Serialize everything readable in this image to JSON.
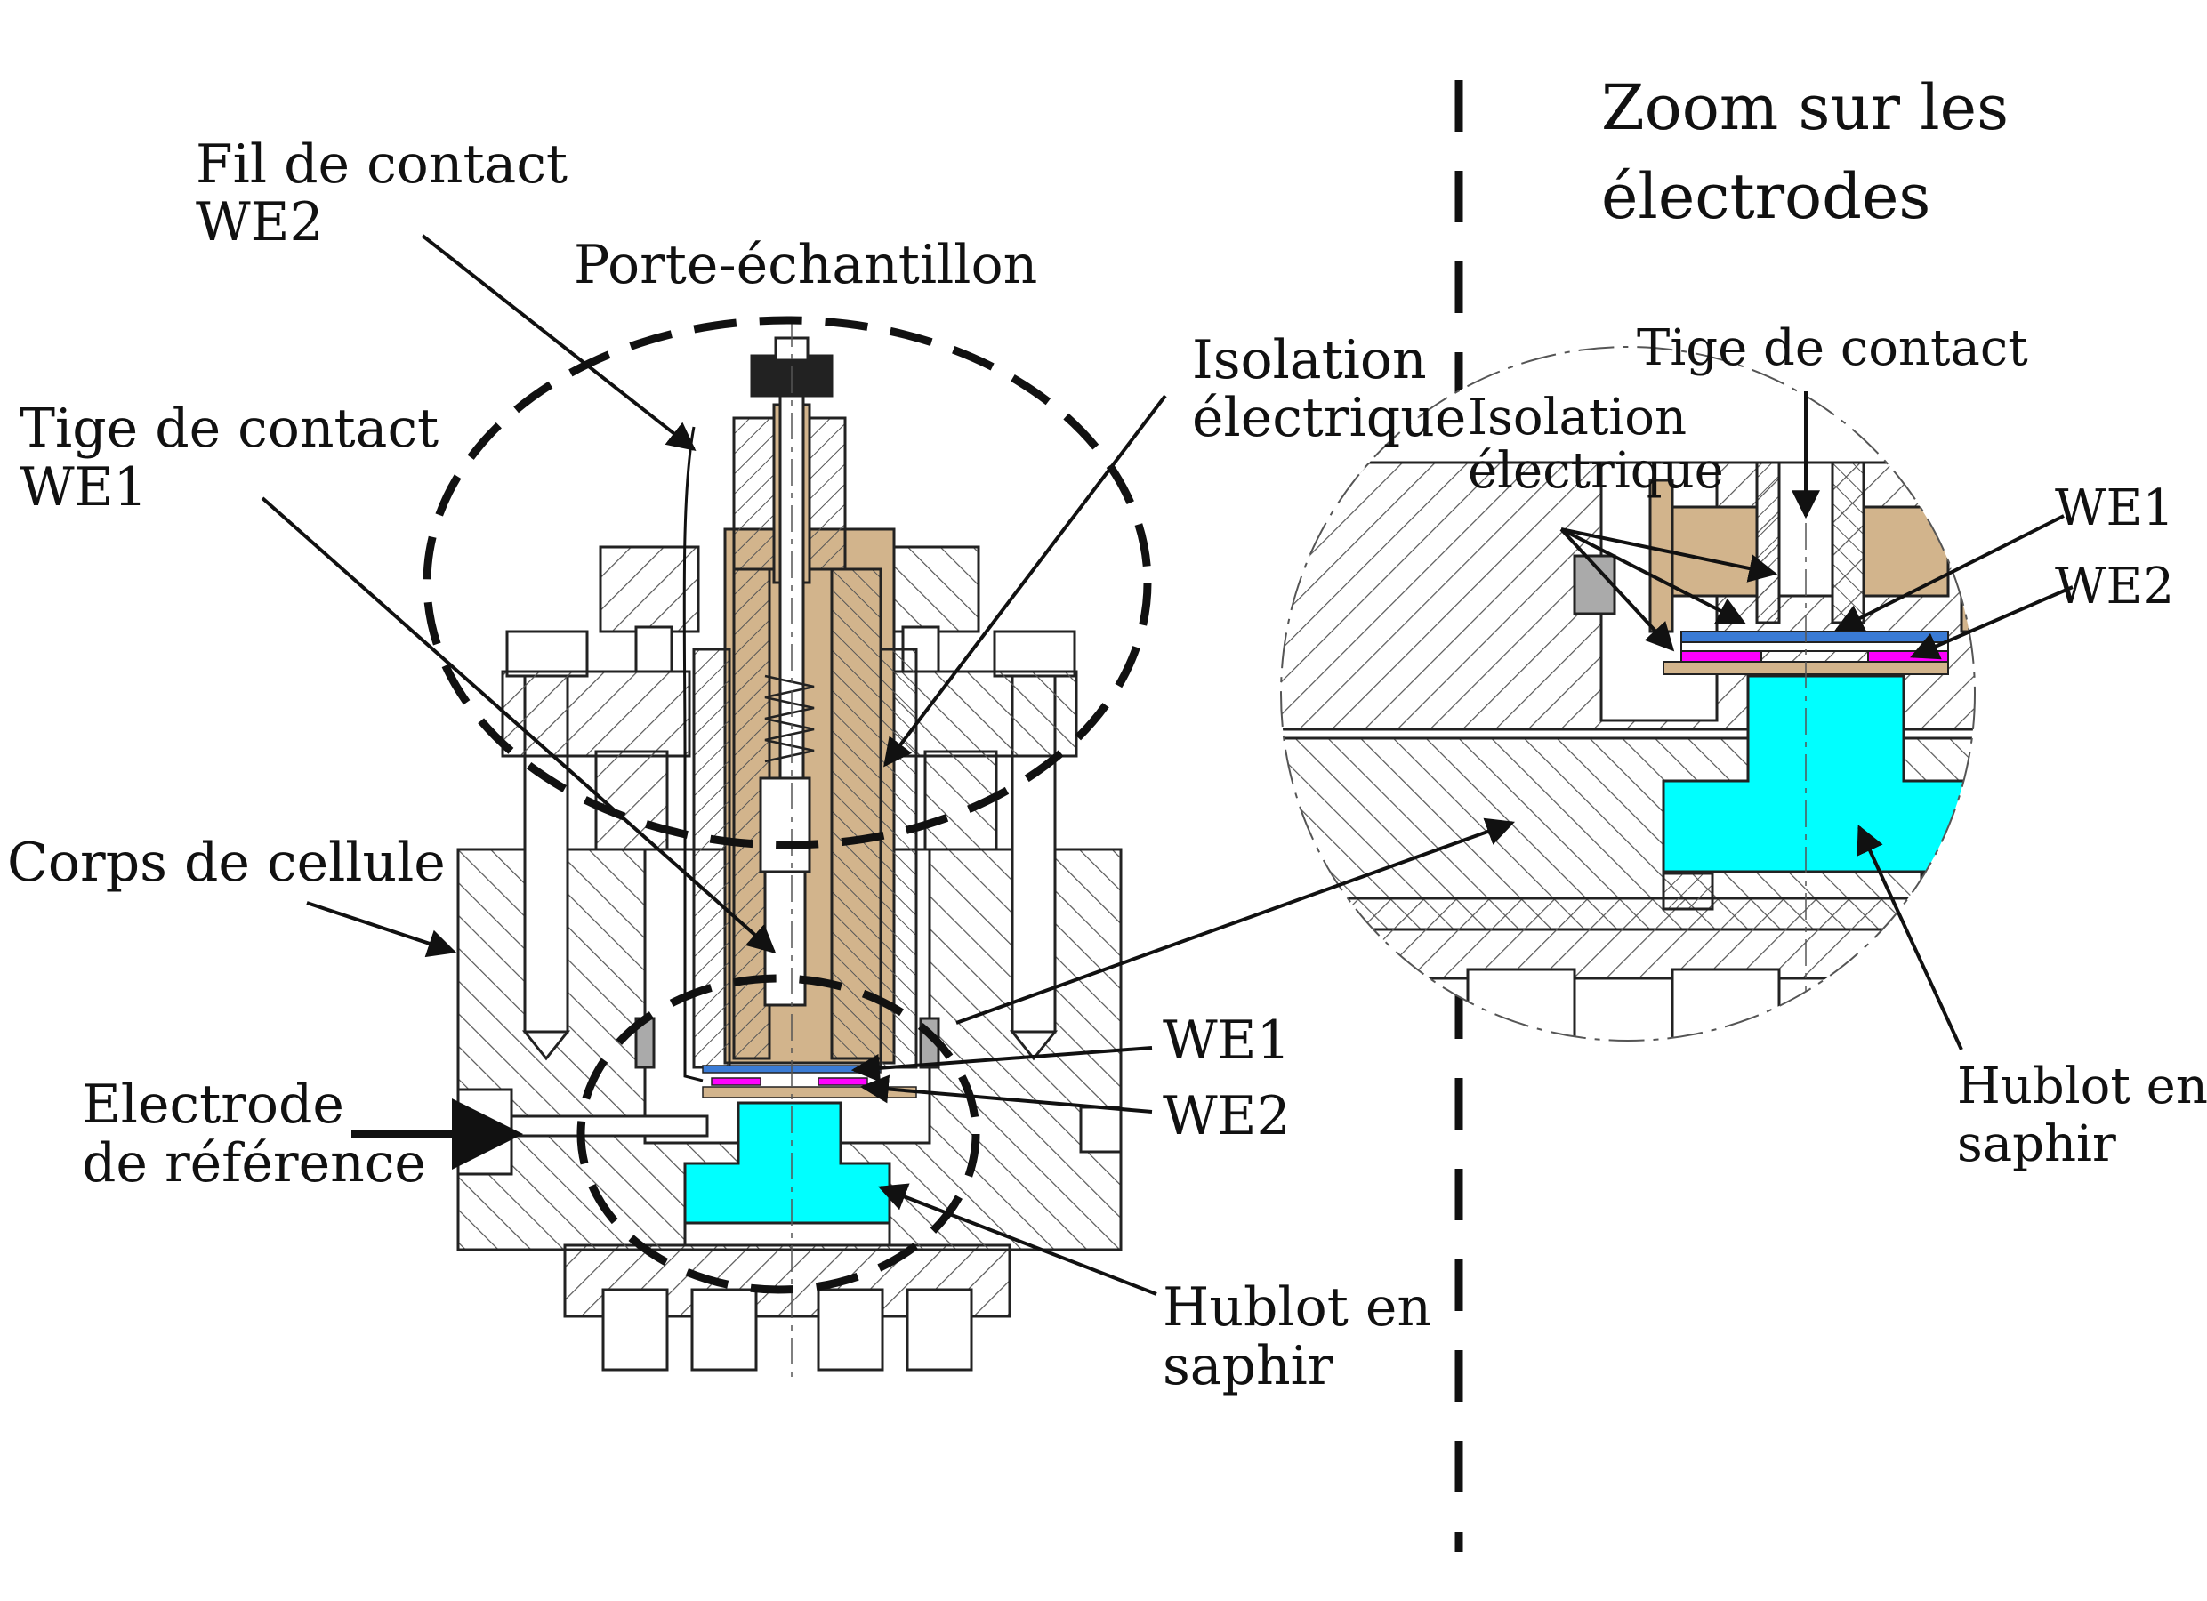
{
  "left": {
    "fil_contact": [
      "Fil de contact",
      "WE2"
    ],
    "porte_echantillon": "Porte-échantillon",
    "isolation": [
      "Isolation",
      "électrique"
    ],
    "tige_contact": [
      "Tige de contact",
      "WE1"
    ],
    "corps_cellule": "Corps de cellule",
    "we1": "WE1",
    "we2": "WE2",
    "electrode_ref": [
      "Electrode",
      "de référence"
    ],
    "hublot": [
      "Hublot en",
      "saphir"
    ]
  },
  "right": {
    "zoom_title": [
      "Zoom sur les",
      "électrodes"
    ],
    "tige_contact": "Tige de contact",
    "isolation": [
      "Isolation",
      "électrique"
    ],
    "we1": "WE1",
    "we2": "WE2",
    "hublot": [
      "Hublot en",
      "saphir"
    ]
  },
  "colors": {
    "insulation": "#d2b48c",
    "sapphire": "#00ffff",
    "we1_layer": "#3a7bd5",
    "we2_layer": "#ff00ff",
    "hatch": "#555555",
    "outline": "#222222"
  },
  "icons": [
    "arrow",
    "dashed-ellipse",
    "hatch-section"
  ]
}
